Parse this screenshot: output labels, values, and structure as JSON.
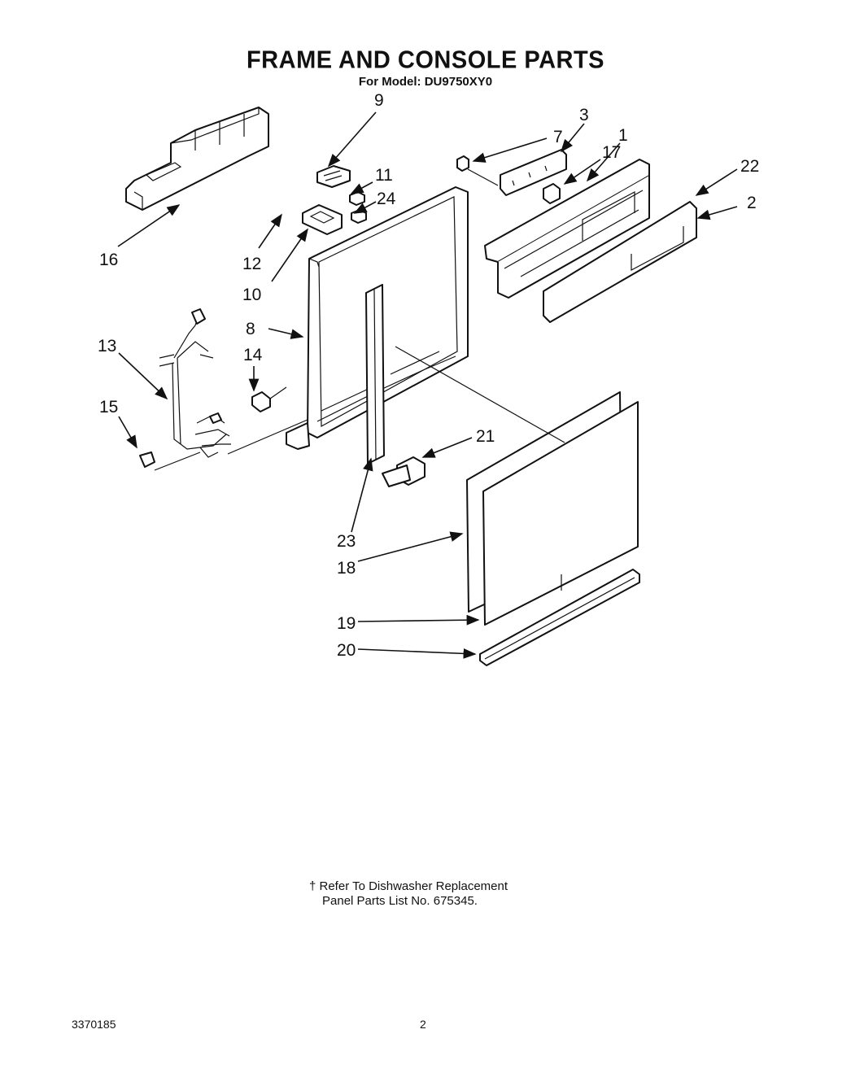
{
  "header": {
    "title": "FRAME AND CONSOLE PARTS",
    "model": "For Model: DU9750XY0"
  },
  "callouts": {
    "c1": "1",
    "c2": "2",
    "c3": "3",
    "c7": "7",
    "c8": "8",
    "c9": "9",
    "c10": "10",
    "c11": "11",
    "c12": "12",
    "c13": "13",
    "c14": "14",
    "c15": "15",
    "c16": "16",
    "c17": "17",
    "c18": "18",
    "c19": "19",
    "c20": "20",
    "c21": "21",
    "c22": "22",
    "c23": "23",
    "c24": "24"
  },
  "note": {
    "line1": "† Refer To Dishwasher Replacement",
    "line2": "Panel Parts List No. 675345."
  },
  "footer": {
    "doc_number": "3370185",
    "page_number": "2"
  }
}
